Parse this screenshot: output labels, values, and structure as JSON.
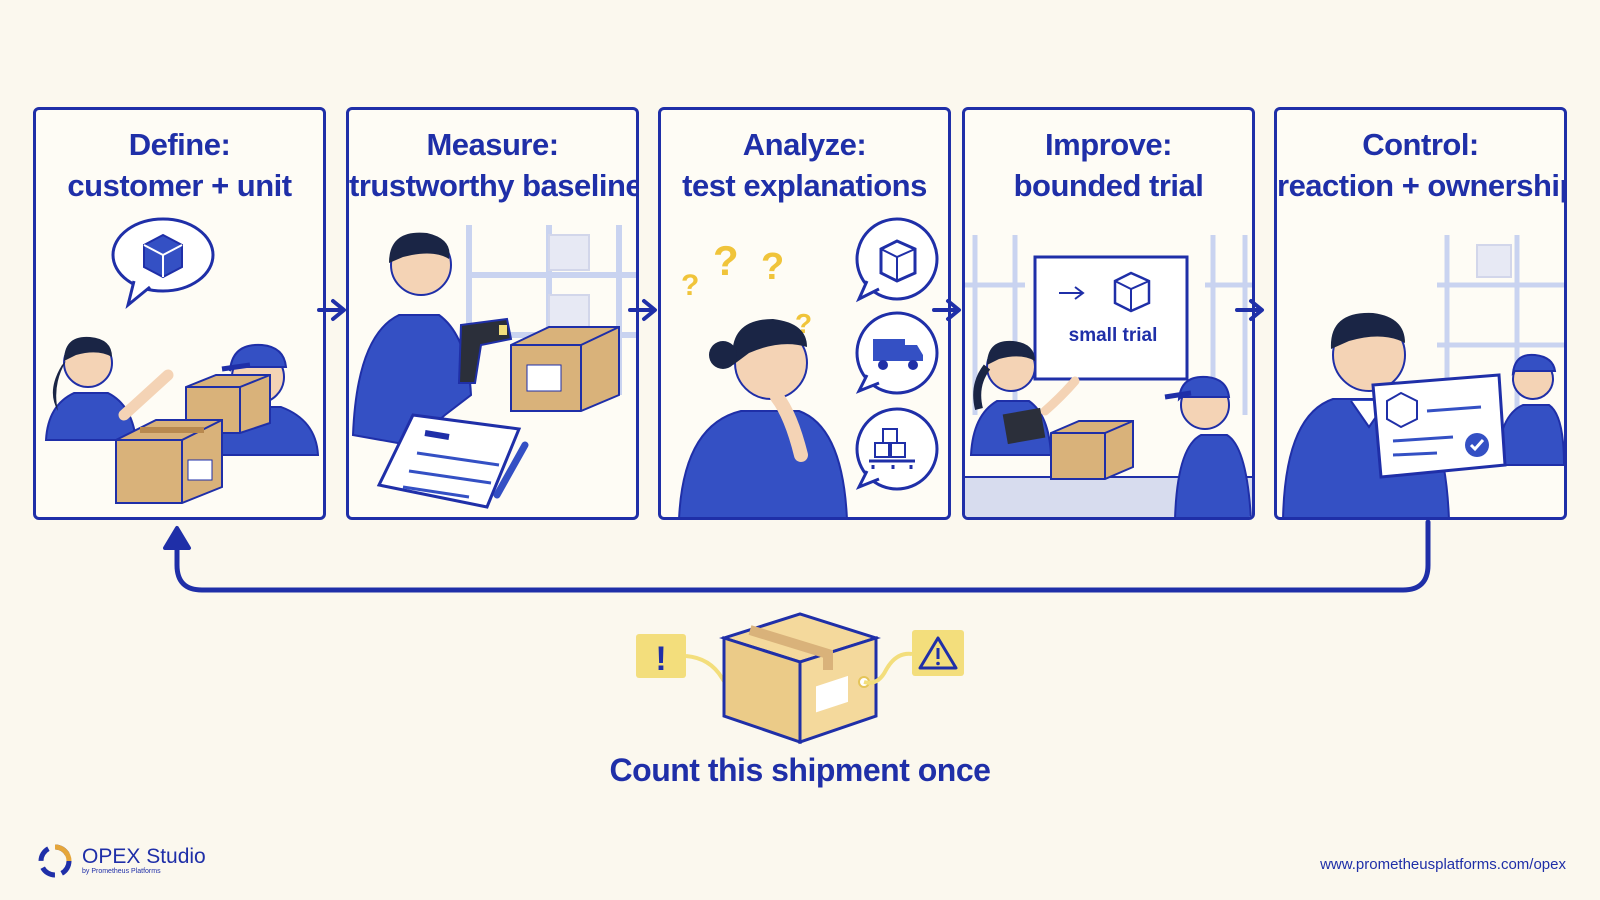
{
  "steps": [
    {
      "title_1": "Define:",
      "title_2": "customer + unit"
    },
    {
      "title_1": "Measure:",
      "title_2": "trustworthy baseline"
    },
    {
      "title_1": "Analyze:",
      "title_2": "test explanations"
    },
    {
      "title_1": "Improve:",
      "title_2": "bounded trial"
    },
    {
      "title_1": "Control:",
      "title_2": "reaction + ownership"
    }
  ],
  "improve_board_label": "small trial",
  "center_caption": "Count this shipment once",
  "brand": {
    "name": "OPEX Studio",
    "sub": "by Prometheus Platforms"
  },
  "footer_url": "www.prometheusplatforms.com/opex",
  "colors": {
    "primary": "#1F2FA8",
    "figure_blue": "#3450C4",
    "box": "#D9B27A",
    "accent_yellow": "#F3DE7C",
    "background": "#FBF8EE"
  }
}
